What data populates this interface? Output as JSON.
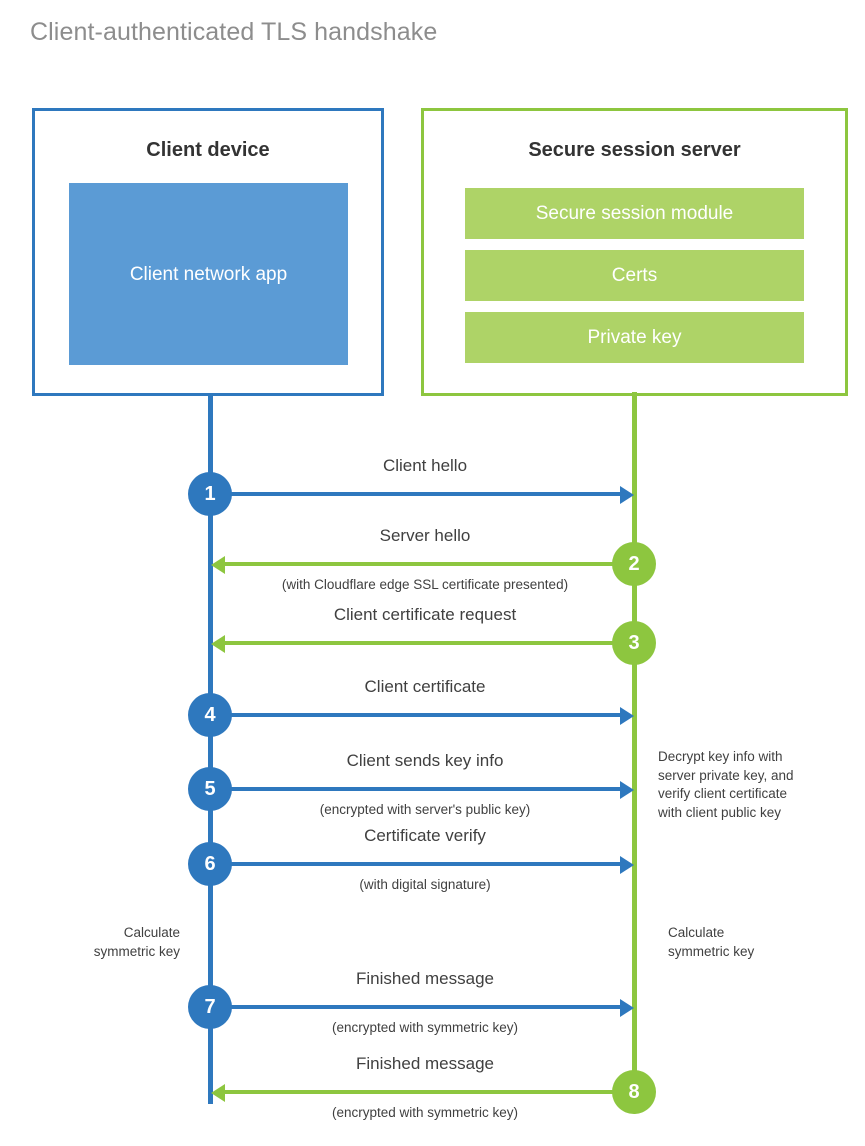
{
  "title": "Client-authenticated TLS handshake",
  "colors": {
    "client_blue": "#2E78BE",
    "client_app_blue": "#5B9BD5",
    "server_green": "#8DC63F",
    "server_bar_green": "#AED367",
    "title_gray": "#8d8d8d",
    "text_gray": "#404040"
  },
  "parties": {
    "client": {
      "title": "Client device",
      "app_label": "Client network app"
    },
    "server": {
      "title": "Secure session server",
      "components": [
        "Secure session module",
        "Certs",
        "Private key"
      ]
    }
  },
  "steps": [
    {
      "number": "1",
      "label": "Client hello",
      "sub": "",
      "direction": "client-to-server",
      "color": "blue"
    },
    {
      "number": "2",
      "label": "Server hello",
      "sub": "(with Cloudflare edge SSL certificate presented)",
      "direction": "server-to-client",
      "color": "green"
    },
    {
      "number": "3",
      "label": "Client certificate request",
      "sub": "",
      "direction": "server-to-client",
      "color": "green"
    },
    {
      "number": "4",
      "label": "Client certificate",
      "sub": "",
      "direction": "client-to-server",
      "color": "blue"
    },
    {
      "number": "5",
      "label": "Client sends key info",
      "sub": "(encrypted with server's public key)",
      "direction": "client-to-server",
      "color": "blue"
    },
    {
      "number": "6",
      "label": "Certificate verify",
      "sub": "(with digital signature)",
      "direction": "client-to-server",
      "color": "blue"
    },
    {
      "number": "7",
      "label": "Finished message",
      "sub": "(encrypted with symmetric key)",
      "direction": "client-to-server",
      "color": "blue"
    },
    {
      "number": "8",
      "label": "Finished message",
      "sub": "(encrypted with symmetric key)",
      "direction": "server-to-client",
      "color": "green"
    }
  ],
  "notes": {
    "server_decrypt": [
      "Decrypt key info with",
      "server private key, and",
      "verify client certificate",
      "with client public key"
    ],
    "client_symmetric_key": [
      "Calculate",
      "symmetric key"
    ],
    "server_symmetric_key": [
      "Calculate",
      "symmetric key"
    ]
  }
}
